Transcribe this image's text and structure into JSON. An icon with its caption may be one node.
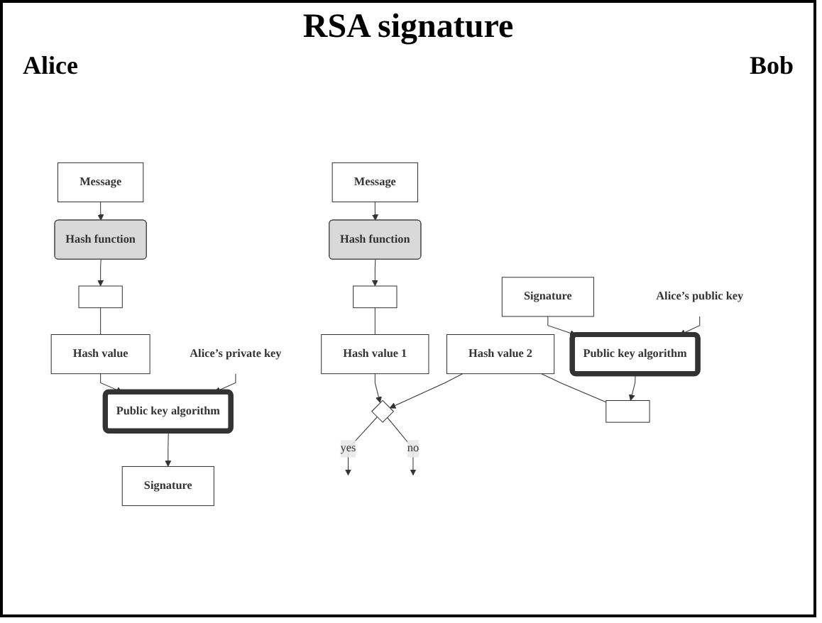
{
  "diagram": {
    "title": "RSA signature",
    "nodes": [
      {
        "text": [
          "Message"
        ]
      },
      {
        "text": [
          "Signature"
        ]
      },
      {
        "text": [
          "Hash function"
        ]
      },
      {
        "text": [],
        "shape": "box"
      },
      {
        "text": [
          "Hash value"
        ]
      },
      {
        "text": [
          "Public key algorithm"
        ]
      },
      {
        "text": [
          "Alice’s private key"
        ]
      },
      {
        "text": [
          "Message"
        ]
      },
      {
        "text": [
          "Signature"
        ]
      },
      {
        "text": [
          "Hash function"
        ]
      },
      {
        "text": [],
        "shape": "box"
      },
      {
        "text": [
          "Hash value 1"
        ]
      },
      {
        "text": [],
        "shape": "diamond"
      },
      {
        "text": [
          "Hash value 2"
        ]
      },
      {
        "text": [],
        "shape": "box"
      },
      {
        "text": [
          "Public key algorithm"
        ]
      },
      {
        "text": [
          "Alice’s public key"
        ]
      }
    ],
    "edges": [
      {
        "from": 0,
        "to": 2,
        "arrow": "to"
      },
      {
        "from": 2,
        "to": 3,
        "arrow": "to"
      },
      {
        "from": 3,
        "to": 4,
        "arrow": "none"
      },
      {
        "from": 4,
        "to": 5,
        "arrow": "to"
      },
      {
        "from": 6,
        "to": 5,
        "arrow": "to"
      },
      {
        "from": 5,
        "to": 1,
        "arrow": "to"
      },
      {
        "from": 7,
        "to": 9,
        "arrow": "to"
      },
      {
        "from": 9,
        "to": 10,
        "arrow": "to"
      },
      {
        "from": 10,
        "to": 11,
        "arrow": "none"
      },
      {
        "from": 11,
        "to": 12,
        "arrow": "to"
      },
      {
        "from": 12,
        "to": null,
        "arrow": "to",
        "label": "yes"
      },
      {
        "from": 12,
        "to": null,
        "arrow": "to",
        "label": "no"
      },
      {
        "from": 13,
        "to": 12,
        "arrow": "to"
      },
      {
        "from": 13,
        "to": 14,
        "arrow": "none"
      },
      {
        "from": 8,
        "to": 15,
        "arrow": "to"
      },
      {
        "from": 16,
        "to": 15,
        "arrow": "to"
      },
      {
        "from": 15,
        "to": 14,
        "arrow": "to"
      }
    ],
    "labels": [
      "Alice",
      "Bob"
    ]
  }
}
